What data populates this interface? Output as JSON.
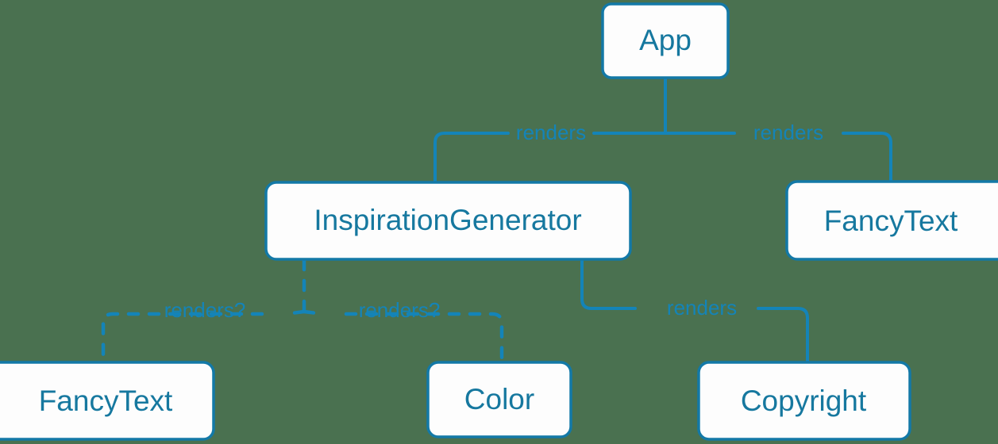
{
  "diagram": {
    "type": "component-tree",
    "background_color": "#4a7150",
    "node_fill": "#fdfdfd",
    "node_border_color": "#1379a7",
    "node_text_color": "#16789f",
    "edge_color": "#1484b8",
    "nodes": [
      {
        "id": "app",
        "label": "App"
      },
      {
        "id": "inspiration-generator",
        "label": "InspirationGenerator"
      },
      {
        "id": "fancytext-right",
        "label": "FancyText"
      },
      {
        "id": "fancytext-bottom",
        "label": "FancyText"
      },
      {
        "id": "color",
        "label": "Color"
      },
      {
        "id": "copyright",
        "label": "Copyright"
      }
    ],
    "edges": [
      {
        "id": "app-to-inspiration",
        "from": "app",
        "to": "inspiration-generator",
        "label": "renders",
        "style": "solid"
      },
      {
        "id": "app-to-fancytext",
        "from": "app",
        "to": "fancytext-right",
        "label": "renders",
        "style": "solid"
      },
      {
        "id": "inspiration-to-fancytext",
        "from": "inspiration-generator",
        "to": "fancytext-bottom",
        "label": "renders?",
        "style": "dashed"
      },
      {
        "id": "inspiration-to-color",
        "from": "inspiration-generator",
        "to": "color",
        "label": "renders?",
        "style": "dashed"
      },
      {
        "id": "inspiration-to-copyright",
        "from": "inspiration-generator",
        "to": "copyright",
        "label": "renders",
        "style": "solid"
      }
    ]
  }
}
